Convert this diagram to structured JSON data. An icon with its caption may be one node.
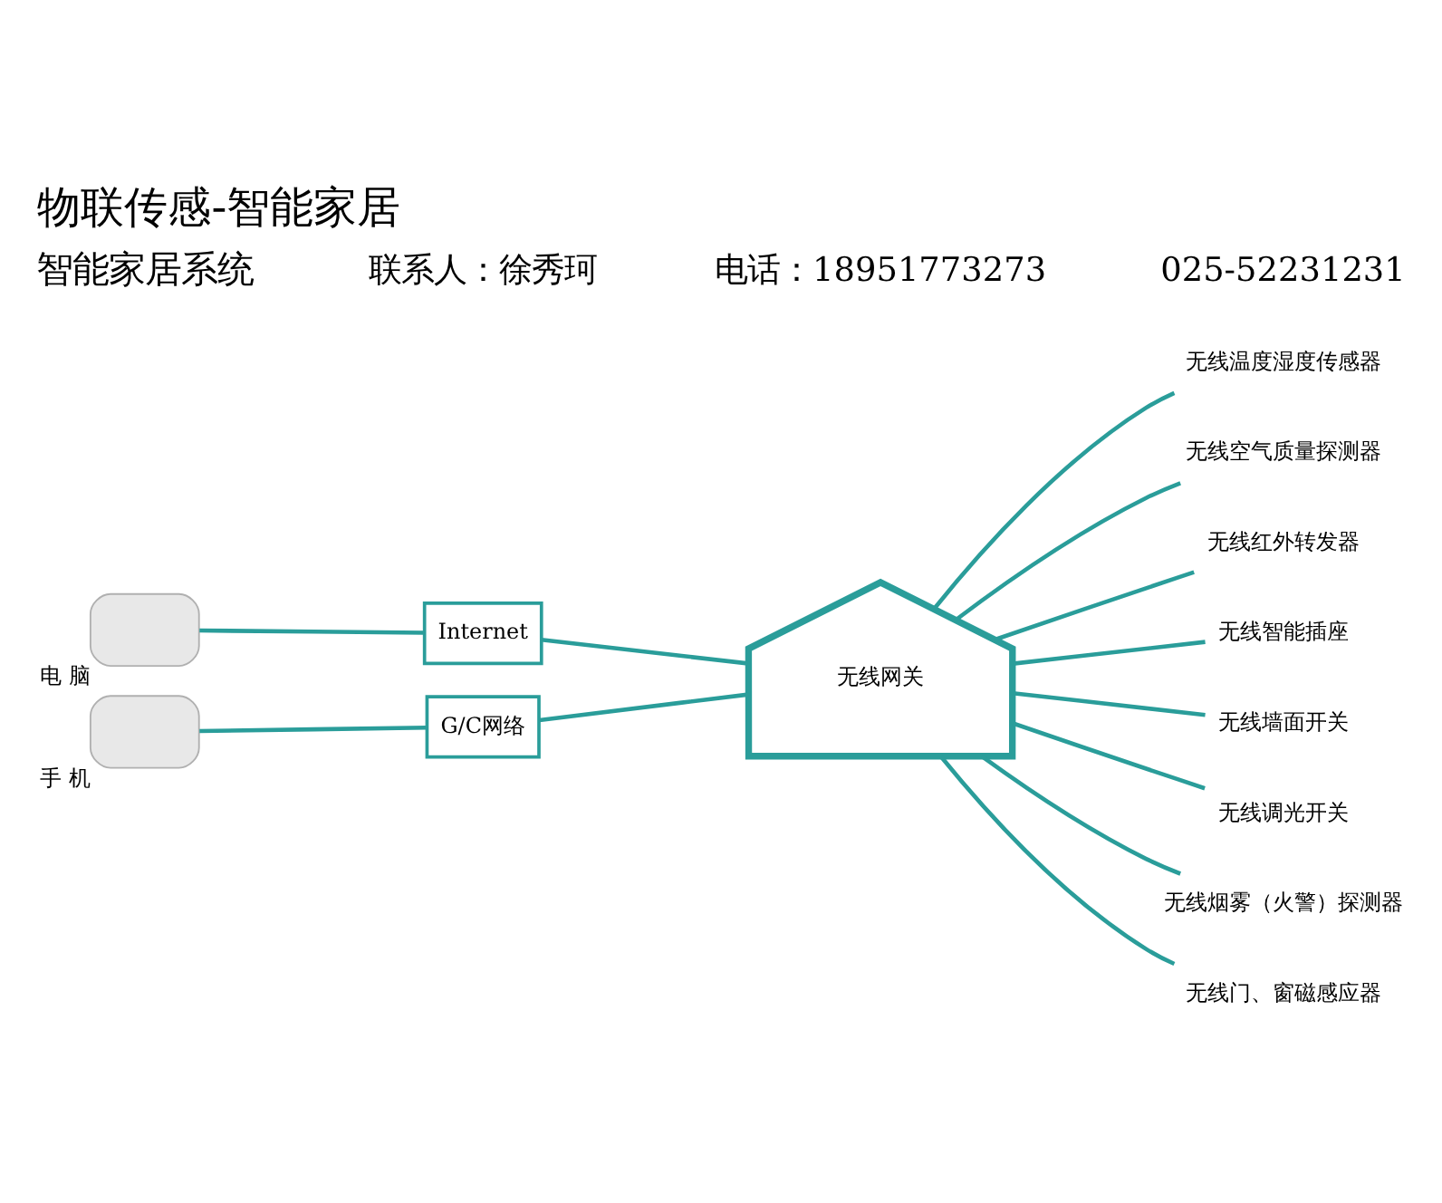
{
  "diagram": {
    "title": "物联传感-智能家居",
    "nodes": [
      {
        "text": [],
        "shape": "box",
        "beside": [
          "电 脑"
        ]
      },
      {
        "text": [],
        "shape": "box",
        "beside": [
          "手 机"
        ]
      },
      {
        "text": [
          "Internet"
        ]
      },
      {
        "text": [
          "G/C网络"
        ]
      },
      {
        "text": [
          "无线网关"
        ]
      },
      {
        "text": [
          "无线温度湿度传感器"
        ]
      },
      {
        "text": [
          "无线空气质量探测器"
        ]
      },
      {
        "text": [
          "无线红外转发器"
        ]
      },
      {
        "text": [
          "无线智能插座"
        ]
      },
      {
        "text": [
          "无线墙面开关"
        ]
      },
      {
        "text": [
          "无线调光开关"
        ]
      },
      {
        "text": [
          "无线烟雾（火警）探测器"
        ]
      },
      {
        "text": [
          "无线门、窗磁感应器"
        ]
      }
    ],
    "edges": [
      {
        "from": 0,
        "to": 2,
        "arrow": "none"
      },
      {
        "from": 1,
        "to": 3,
        "arrow": "none"
      },
      {
        "from": 2,
        "to": 4,
        "arrow": "none"
      },
      {
        "from": 3,
        "to": 4,
        "arrow": "none"
      },
      {
        "from": 4,
        "to": 5,
        "arrow": "none"
      },
      {
        "from": 4,
        "to": 6,
        "arrow": "none"
      },
      {
        "from": 4,
        "to": 7,
        "arrow": "none"
      },
      {
        "from": 4,
        "to": 8,
        "arrow": "none"
      },
      {
        "from": 4,
        "to": 9,
        "arrow": "none"
      },
      {
        "from": 4,
        "to": 10,
        "arrow": "none"
      },
      {
        "from": 4,
        "to": 11,
        "arrow": "none"
      },
      {
        "from": 4,
        "to": 12,
        "arrow": "none"
      }
    ],
    "labels": [
      "智能家居系统",
      "联系人：徐秀珂",
      "电话：18951773273",
      "025-52231231"
    ]
  }
}
